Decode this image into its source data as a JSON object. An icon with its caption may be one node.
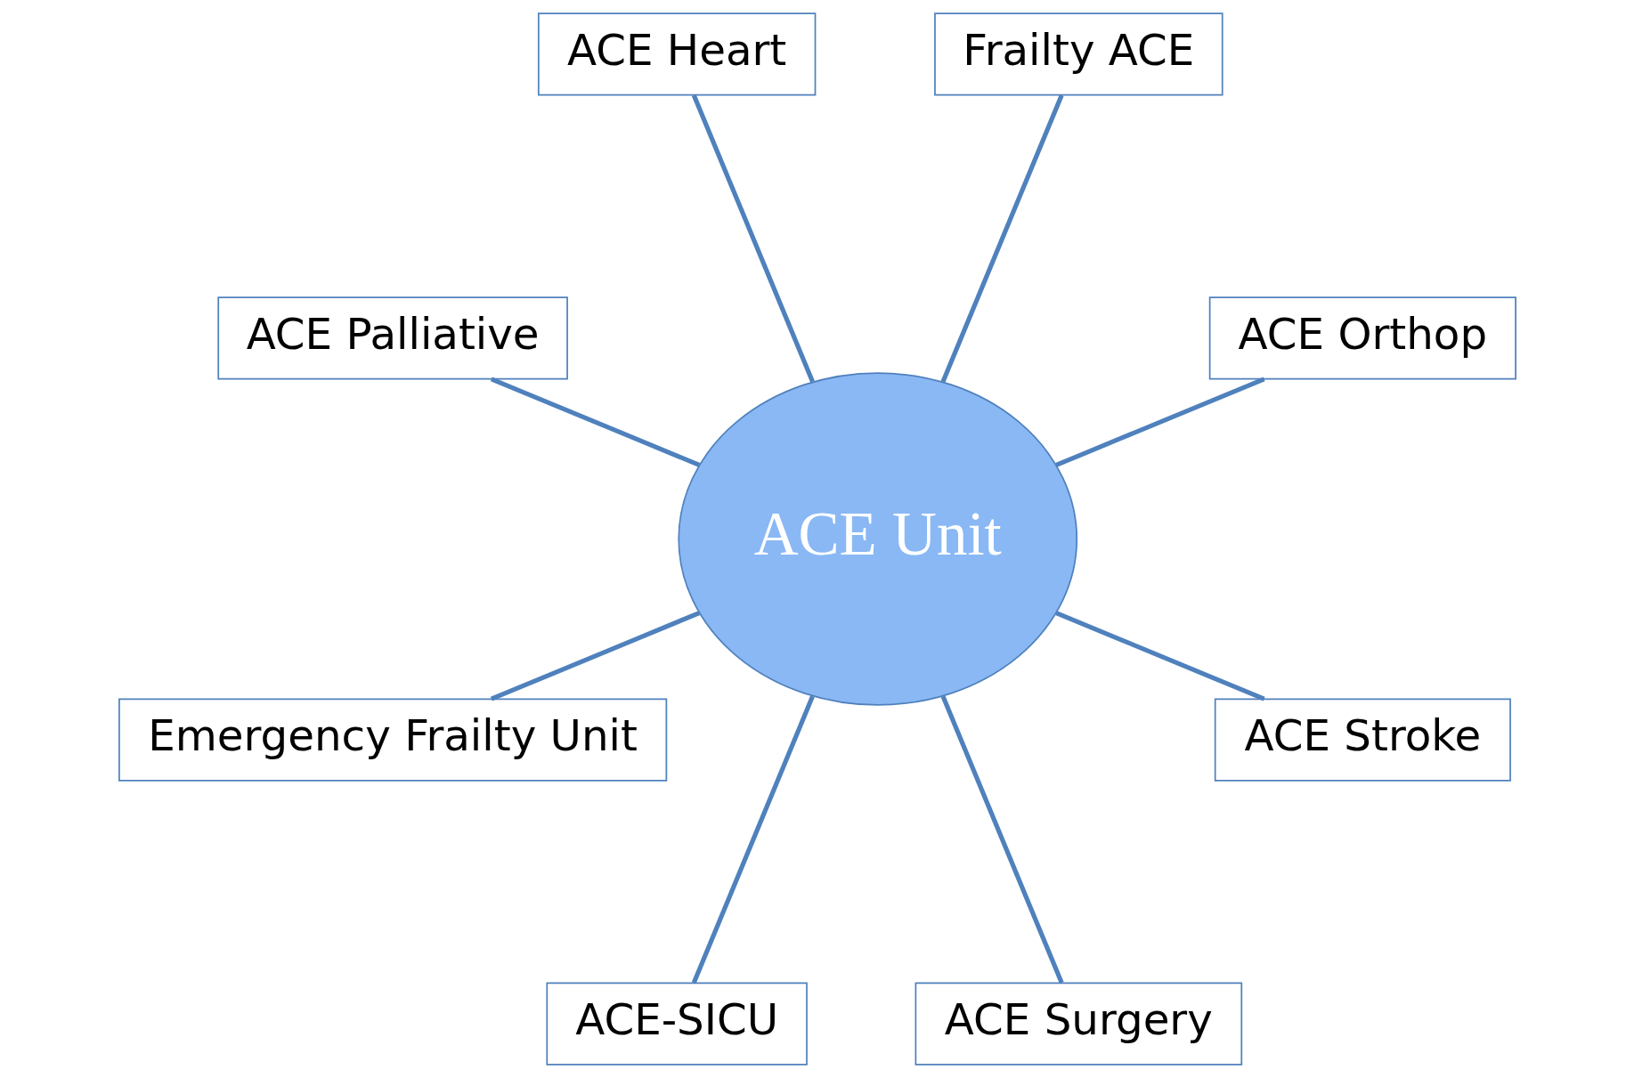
{
  "diagram": {
    "nodes": [
      {
        "text": [
          "ACE Orthop"
        ]
      },
      {
        "text": [
          "Frailty ACE"
        ]
      },
      {
        "text": [
          "ACE Heart"
        ]
      },
      {
        "text": [
          "ACE Palliative"
        ]
      },
      {
        "text": [
          "ACE Unit"
        ]
      },
      {
        "text": [
          "Emergency Frailty Unit"
        ]
      },
      {
        "text": [
          "ACE-SICU"
        ]
      },
      {
        "text": [
          "ACE Surgery"
        ]
      },
      {
        "text": [
          "ACE Stroke"
        ]
      }
    ],
    "edges": [
      {
        "from": 4,
        "to": 0,
        "arrow": "none"
      },
      {
        "from": 4,
        "to": 2,
        "arrow": "none"
      },
      {
        "from": 4,
        "to": 5,
        "arrow": "none"
      },
      {
        "from": 4,
        "to": 7,
        "arrow": "none"
      },
      {
        "from": 4,
        "to": 8,
        "arrow": "none"
      },
      {
        "from": 4,
        "to": 6,
        "arrow": "none"
      },
      {
        "from": 4,
        "to": 3,
        "arrow": "none"
      },
      {
        "from": 4,
        "to": 1,
        "arrow": "none"
      }
    ]
  }
}
